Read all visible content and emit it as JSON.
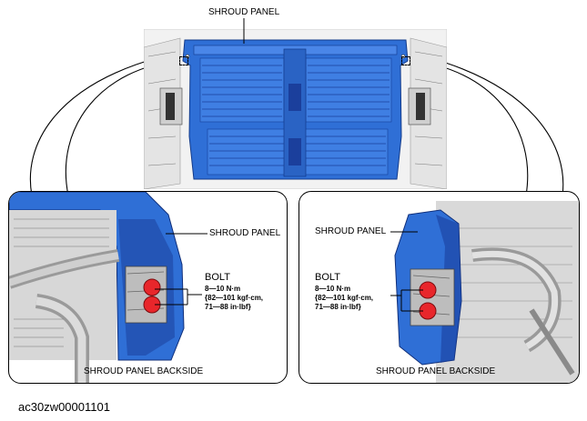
{
  "main_view": {
    "top_label": "SHROUD PANEL"
  },
  "left_detail": {
    "shroud_label": "SHROUD PANEL",
    "bolt_label": "BOLT",
    "torque_lines": [
      "8—10 N·m",
      "{82—101 kgf·cm,",
      "71—88 in·lbf}"
    ],
    "footer": "SHROUD PANEL BACKSIDE"
  },
  "right_detail": {
    "shroud_label": "SHROUD PANEL",
    "bolt_label": "BOLT",
    "torque_lines": [
      "8—10 N·m",
      "{82—101 kgf·cm,",
      "71—88 in·lbf}"
    ],
    "footer": "SHROUD PANEL BACKSIDE"
  },
  "figure_code": "ac30zw00001101",
  "colors": {
    "panel_blue": "#2f6fd6",
    "panel_dark_blue": "#1b3f9c",
    "bolt_red": "#e8262b",
    "line": "#000000"
  }
}
